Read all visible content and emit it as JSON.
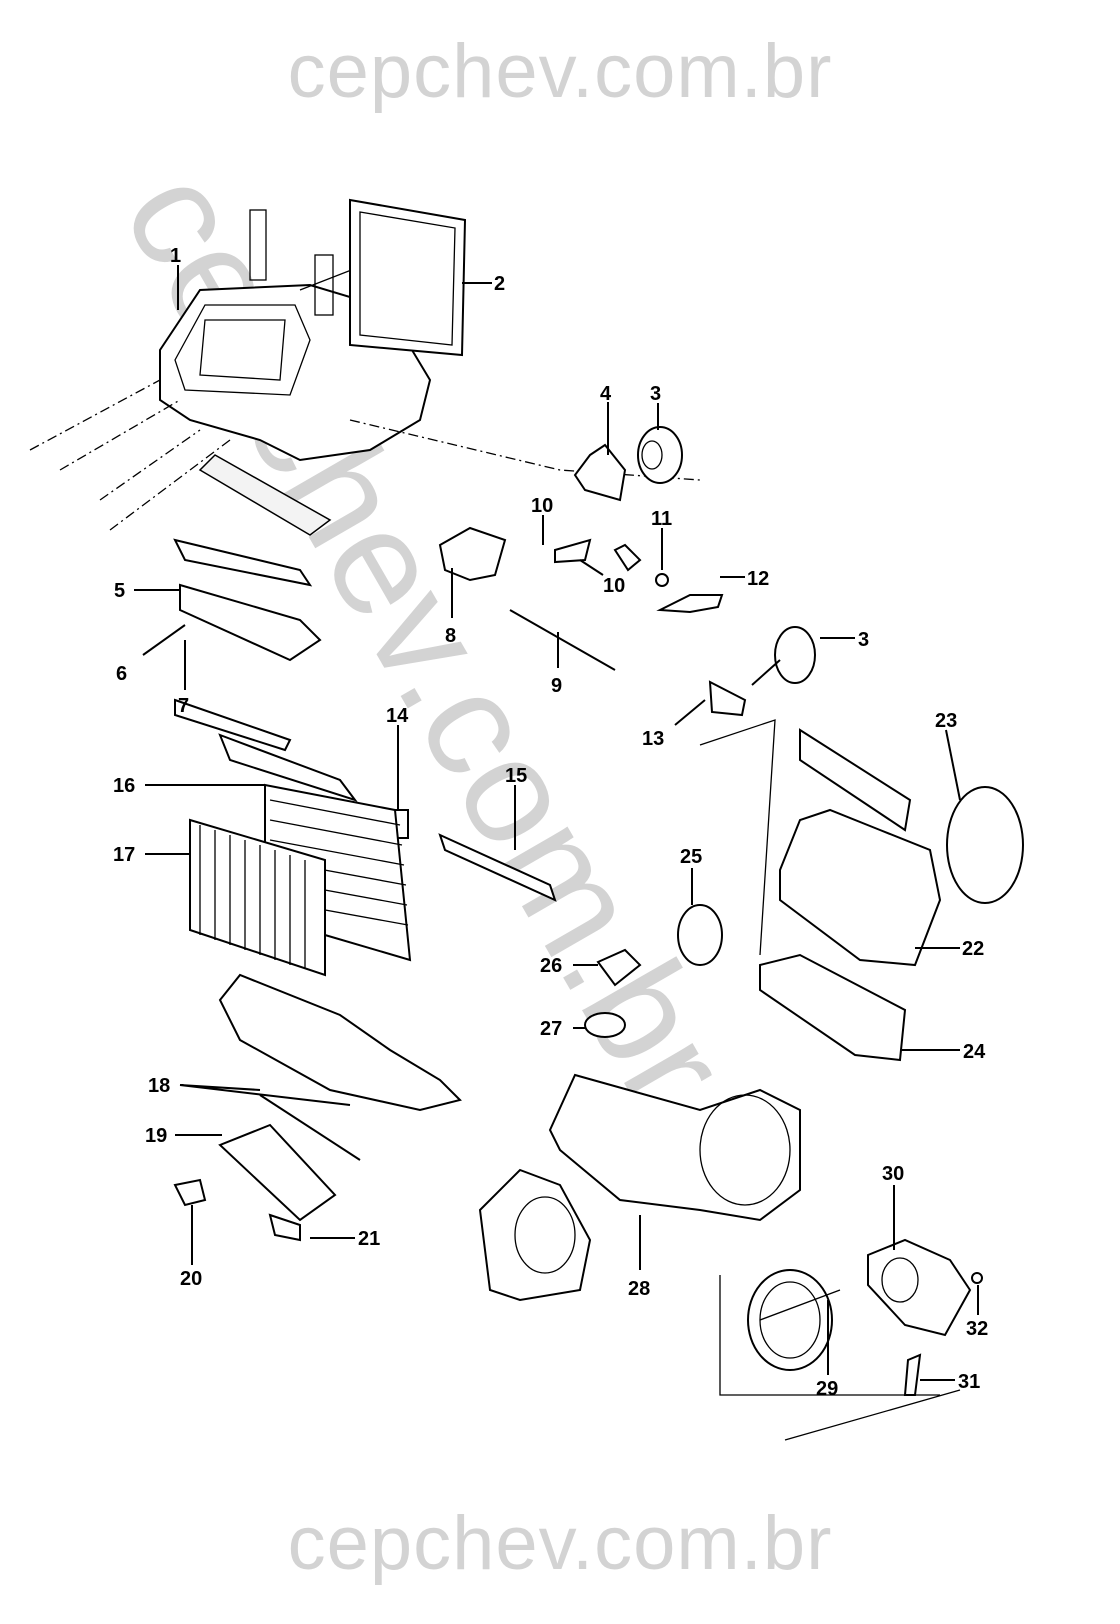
{
  "watermark": {
    "top": "cepchev.com.br",
    "bottom": "cepchev.com.br",
    "diagonal": "cepchev.com.br"
  },
  "diagram": {
    "type": "exploded-parts-view",
    "subject": "HVAC heater / blower housing assembly",
    "callouts": [
      {
        "id": "c1",
        "label": "1"
      },
      {
        "id": "c2",
        "label": "2"
      },
      {
        "id": "c3a",
        "label": "3"
      },
      {
        "id": "c3b",
        "label": "3"
      },
      {
        "id": "c4",
        "label": "4"
      },
      {
        "id": "c5",
        "label": "5"
      },
      {
        "id": "c6",
        "label": "6"
      },
      {
        "id": "c7",
        "label": "7"
      },
      {
        "id": "c8",
        "label": "8"
      },
      {
        "id": "c9",
        "label": "9"
      },
      {
        "id": "c10a",
        "label": "10"
      },
      {
        "id": "c10b",
        "label": "10"
      },
      {
        "id": "c11",
        "label": "11"
      },
      {
        "id": "c12",
        "label": "12"
      },
      {
        "id": "c13",
        "label": "13"
      },
      {
        "id": "c14",
        "label": "14"
      },
      {
        "id": "c15",
        "label": "15"
      },
      {
        "id": "c16",
        "label": "16"
      },
      {
        "id": "c17",
        "label": "17"
      },
      {
        "id": "c18",
        "label": "18"
      },
      {
        "id": "c19",
        "label": "19"
      },
      {
        "id": "c20",
        "label": "20"
      },
      {
        "id": "c21",
        "label": "21"
      },
      {
        "id": "c22",
        "label": "22"
      },
      {
        "id": "c23",
        "label": "23"
      },
      {
        "id": "c24",
        "label": "24"
      },
      {
        "id": "c25",
        "label": "25"
      },
      {
        "id": "c26",
        "label": "26"
      },
      {
        "id": "c27",
        "label": "27"
      },
      {
        "id": "c28",
        "label": "28"
      },
      {
        "id": "c29",
        "label": "29"
      },
      {
        "id": "c30",
        "label": "30"
      },
      {
        "id": "c31",
        "label": "31"
      },
      {
        "id": "c32",
        "label": "32"
      }
    ]
  }
}
